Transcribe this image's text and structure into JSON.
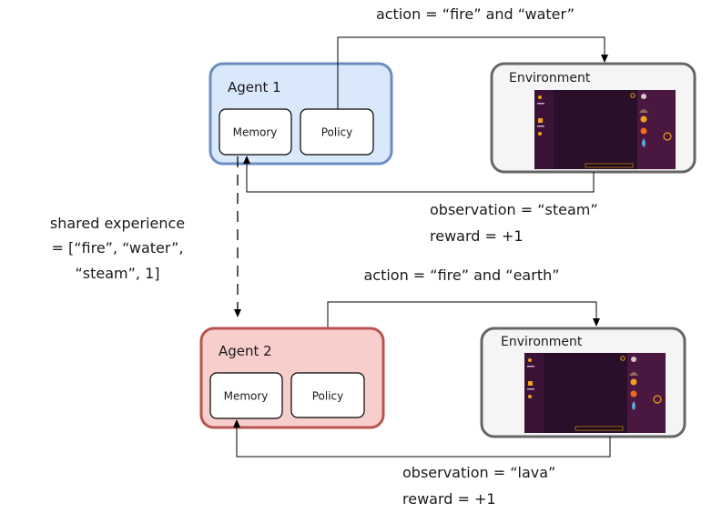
{
  "colors": {
    "agent1_fill": "#dae8fc",
    "agent1_stroke": "#6c8ebf",
    "agent2_fill": "#f8cecc",
    "agent2_stroke": "#b85450",
    "env_fill": "#f5f5f5",
    "env_stroke": "#666666",
    "screen_bg": "#2a0f2a",
    "screen_panel": "#4a1740",
    "screen_accent": "#f2a11c"
  },
  "top": {
    "agent": "Agent 1",
    "memory": "Memory",
    "policy": "Policy",
    "environment": "Environment",
    "action": "action = “fire” and “water”",
    "observation": "observation = “steam”",
    "reward": "reward = +1"
  },
  "bottom": {
    "agent": "Agent 2",
    "memory": "Memory",
    "policy": "Policy",
    "environment": "Environment",
    "action": "action = “fire” and “earth”",
    "observation": "observation = “lava”",
    "reward": "reward = +1"
  },
  "shared": {
    "line1": "shared experience",
    "line2": "= [“fire”, “water”,",
    "line3": "“steam”, 1]"
  }
}
